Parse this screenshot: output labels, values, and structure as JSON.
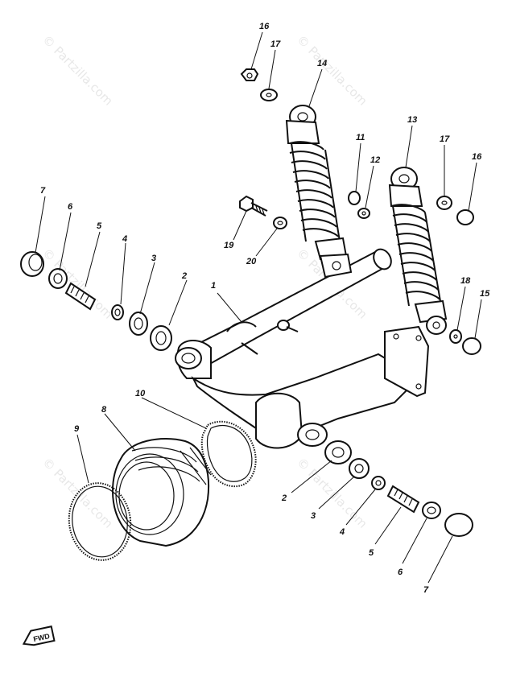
{
  "diagram": {
    "callouts": {
      "n1": "1",
      "n2a": "2",
      "n2b": "2",
      "n3a": "3",
      "n3b": "3",
      "n4a": "4",
      "n4b": "4",
      "n5a": "5",
      "n5b": "5",
      "n6a": "6",
      "n6b": "6",
      "n7a": "7",
      "n7b": "7",
      "n8": "8",
      "n9": "9",
      "n10": "10",
      "n11": "11",
      "n12": "12",
      "n13": "13",
      "n14": "14",
      "n15": "15",
      "n16a": "16",
      "n16b": "16",
      "n17a": "17",
      "n17b": "17",
      "n18": "18",
      "n19": "19",
      "n20": "20"
    },
    "fwd_label": "FWD",
    "watermark": "© Partzilla.com"
  }
}
